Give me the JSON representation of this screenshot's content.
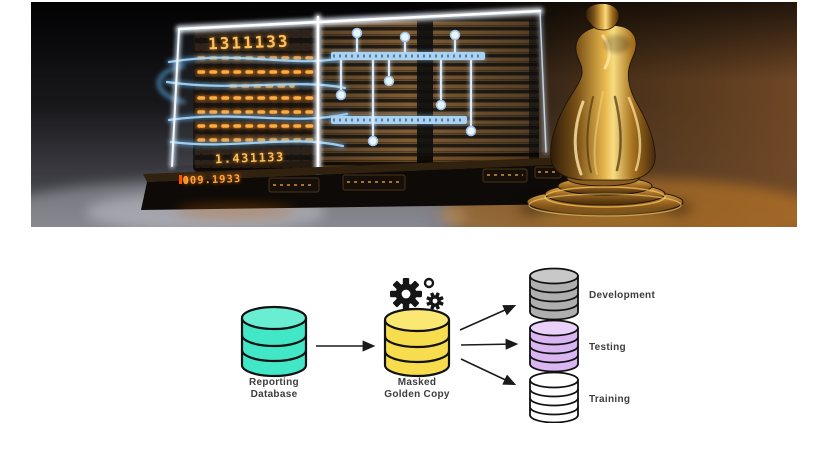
{
  "page": {
    "background": "#ffffff"
  },
  "hero": {
    "description": "3D render of a server data cube inside a glowing glass case beside a golden classical statue",
    "top_digits": "1311133",
    "bottom_digits": "1.431133",
    "base_display": "009.1933"
  },
  "diagram": {
    "text_color": "#3d3d3d",
    "source": {
      "label_lines": [
        "Reporting",
        "Database"
      ],
      "color": "#41E7C6",
      "top_color": "#69EDD3"
    },
    "process": {
      "label_lines": [
        "Masked",
        "Golden Copy"
      ],
      "color": "#F7DD4D",
      "top_color": "#FAE873",
      "icon": "gears"
    },
    "targets": [
      {
        "label": "Development",
        "color": "#AFAFAF",
        "top_color": "#C8C8C8"
      },
      {
        "label": "Testing",
        "color": "#D9B5F2",
        "top_color": "#E9D1FA"
      },
      {
        "label": "Training",
        "color": "#FFFFFF",
        "top_color": "#FFFFFF"
      }
    ]
  }
}
